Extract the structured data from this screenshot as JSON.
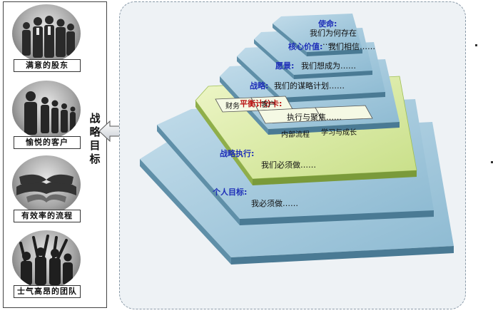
{
  "left_panel": {
    "title_chars": [
      "战",
      "略",
      "目",
      "标"
    ],
    "items": [
      {
        "label": "满意的股东"
      },
      {
        "label": "愉悦的客户"
      },
      {
        "label": "有效率的流程"
      },
      {
        "label": "士气高昂的团队"
      }
    ]
  },
  "pyramid": {
    "levels": [
      {
        "key": "使命:",
        "line1": "我们为何存在",
        "line2": "……"
      },
      {
        "key": "核心价值:",
        "text": "我们相信……"
      },
      {
        "key": "愿景:",
        "text": "我们想成为……"
      },
      {
        "key": "战略:",
        "text": "我们的谋略计划……"
      },
      {
        "key": "平衡计分卡:",
        "text": "执行与聚焦……",
        "perspectives": [
          "财务",
          "客户",
          "内部流程",
          "学习与成长"
        ]
      },
      {
        "key": "战略执行:",
        "text": "我们必须做……"
      },
      {
        "key": "个人目标:",
        "text": "我必须做……"
      }
    ]
  }
}
